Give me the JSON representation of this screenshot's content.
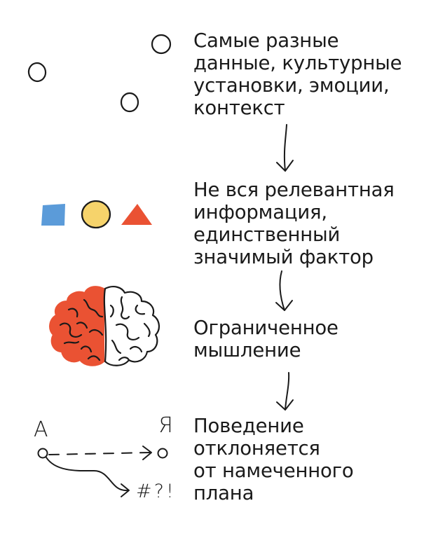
{
  "steps": [
    {
      "lines": [
        "Самые разные",
        "данные, культурные",
        "установки, эмоции,",
        "контекст"
      ]
    },
    {
      "lines": [
        "Не вся релевантная",
        "информация,",
        "единственный",
        "значимый фактор"
      ]
    },
    {
      "lines": [
        "Ограниченное",
        "мышление"
      ]
    },
    {
      "lines": [
        "Поведение",
        "отклоняется",
        "от намеченного",
        "плана"
      ]
    }
  ],
  "plan": {
    "start": "А",
    "end": "Я",
    "deviation": "#?!"
  },
  "colors": {
    "text": "#1a1a1a",
    "square": "#5b9bd9",
    "circle": "#f6d36b",
    "triangle": "#ea5233",
    "brain_left": "#ea5233",
    "brain_right": "#ffffff"
  },
  "icons": [
    "empty-circles-icon",
    "shapes-icon",
    "brain-icon",
    "path-deviation-icon"
  ]
}
